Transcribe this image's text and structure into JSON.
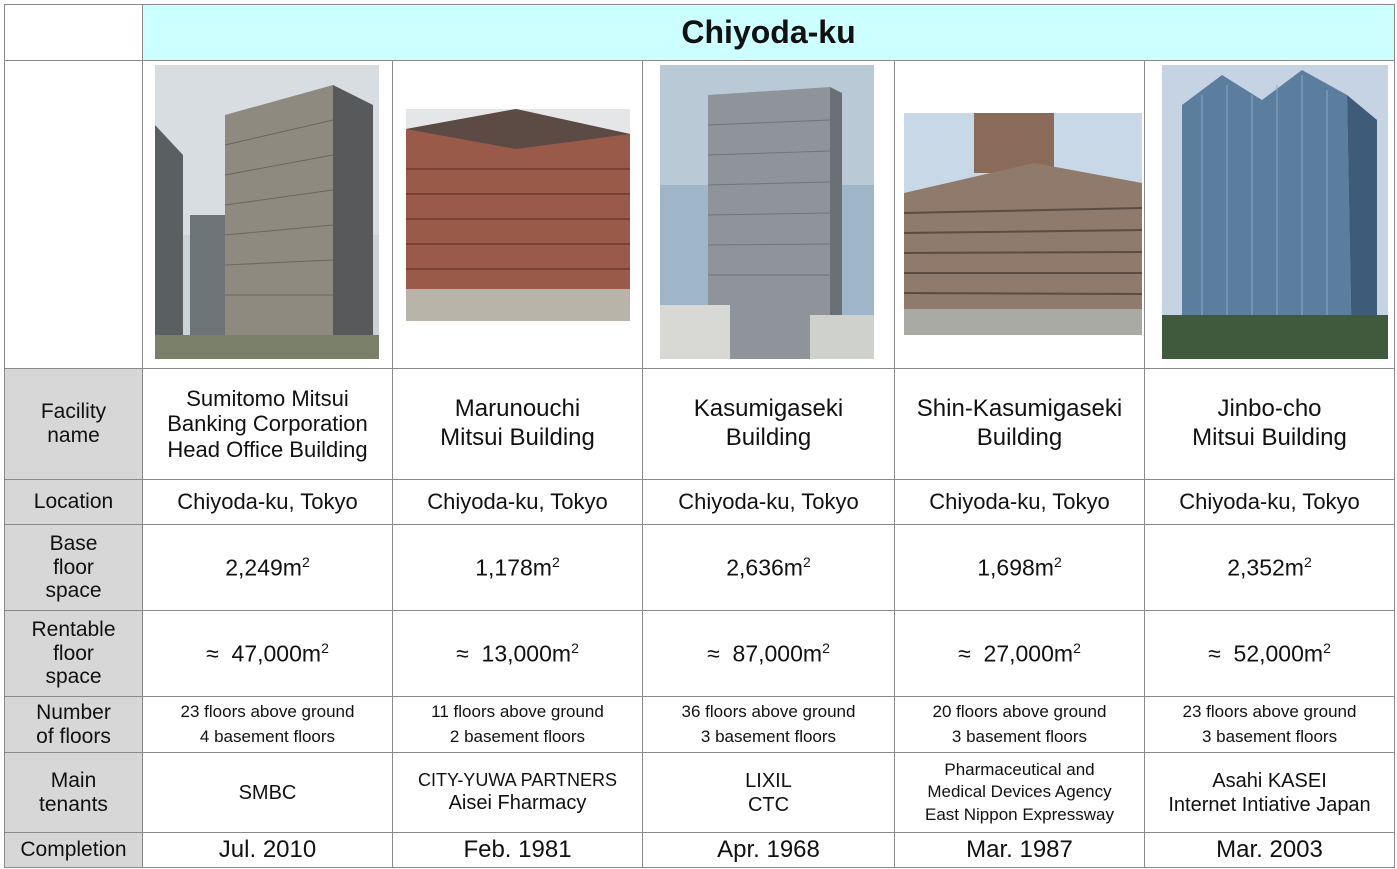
{
  "title": "Chiyoda-ku",
  "row_labels": {
    "facility_name": [
      "Facility",
      "name"
    ],
    "location": "Location",
    "base_floor_space": [
      "Base",
      "floor",
      "space"
    ],
    "rentable_floor_space": [
      "Rentable",
      "floor",
      "space"
    ],
    "number_of_floors": [
      "Number",
      "of floors"
    ],
    "main_tenants": [
      "Main",
      "tenants"
    ],
    "completion": "Completion"
  },
  "buildings": [
    {
      "photo": "building-photo",
      "name": [
        "Sumitomo Mitsui",
        "Banking Corporation",
        "Head Office Building"
      ],
      "location": "Chiyoda-ku, Tokyo",
      "base_floor_space": "2,249m",
      "rentable_floor_space": "≈  47,000m",
      "floors": [
        "23 floors above ground",
        "4 basement floors"
      ],
      "tenants": [
        "SMBC"
      ],
      "completion": "Jul. 2010"
    },
    {
      "photo": "building-photo",
      "name": [
        "Marunouchi",
        "Mitsui Building"
      ],
      "location": "Chiyoda-ku, Tokyo",
      "base_floor_space": "1,178m",
      "rentable_floor_space": "≈  13,000m",
      "floors": [
        "11 floors above ground",
        "2 basement floors"
      ],
      "tenants": [
        "CITY-YUWA PARTNERS",
        "Aisei Fharmacy"
      ],
      "completion": "Feb. 1981"
    },
    {
      "photo": "building-photo",
      "name": [
        "Kasumigaseki",
        "Building"
      ],
      "location": "Chiyoda-ku, Tokyo",
      "base_floor_space": "2,636m",
      "rentable_floor_space": "≈  87,000m",
      "floors": [
        "36 floors above ground",
        "3 basement floors"
      ],
      "tenants": [
        "LIXIL",
        "CTC"
      ],
      "completion": "Apr. 1968"
    },
    {
      "photo": "building-photo",
      "name": [
        "Shin-Kasumigaseki",
        "Building"
      ],
      "location": "Chiyoda-ku, Tokyo",
      "base_floor_space": "1,698m",
      "rentable_floor_space": "≈  27,000m",
      "floors": [
        "20 floors above ground",
        "3 basement floors"
      ],
      "tenants": [
        "Pharmaceutical and",
        "Medical Devices Agency",
        "East Nippon Expressway"
      ],
      "completion": "Mar. 1987"
    },
    {
      "photo": "building-photo",
      "name": [
        "Jinbo-cho",
        "Mitsui Building"
      ],
      "location": "Chiyoda-ku, Tokyo",
      "base_floor_space": "2,352m",
      "rentable_floor_space": "≈  52,000m",
      "floors": [
        "23 floors above ground",
        "3 basement floors"
      ],
      "tenants": [
        "Asahi KASEI",
        "Internet Intiative Japan"
      ],
      "completion": "Mar. 2003"
    }
  ],
  "area_unit_exponent": "2"
}
